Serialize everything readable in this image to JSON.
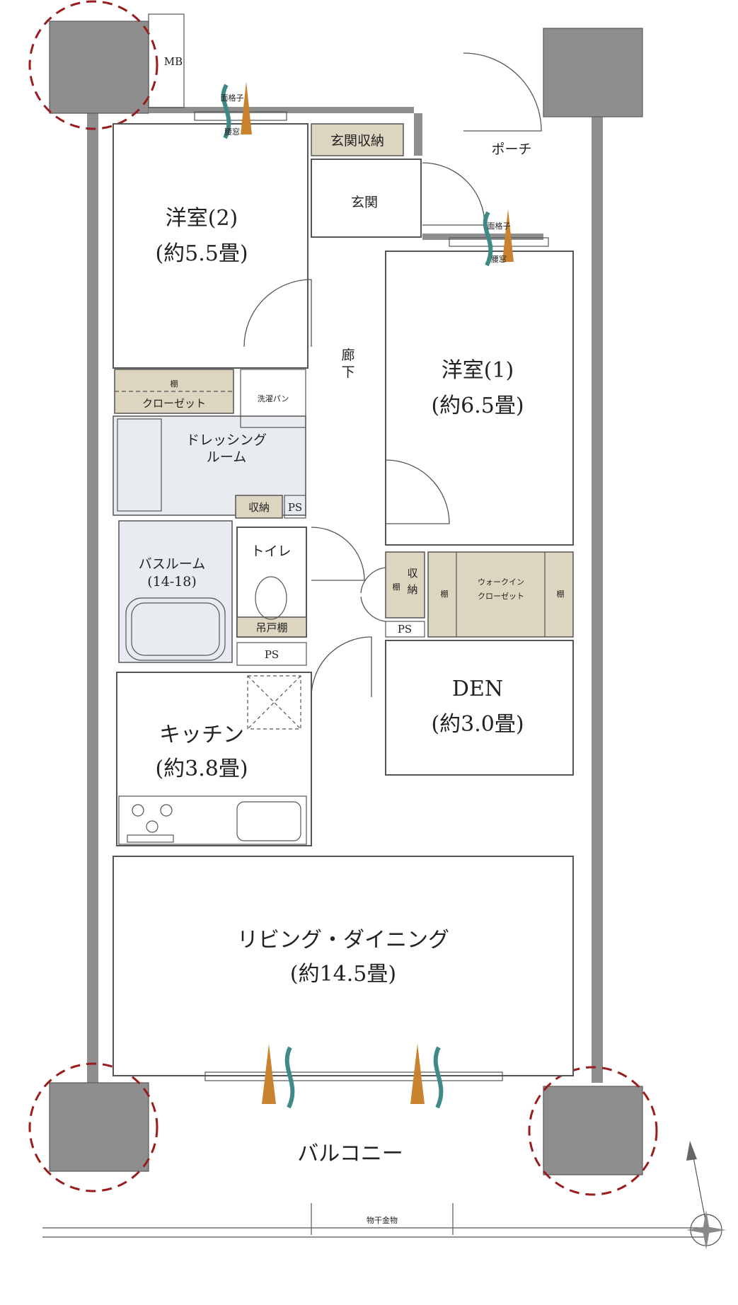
{
  "rooms": {
    "western2_name": "洋室(2)",
    "western2_size": "(約5.5畳)",
    "western1_name": "洋室(1)",
    "western1_size": "(約6.5畳)",
    "den_name": "DEN",
    "den_size": "(約3.0畳)",
    "kitchen_name": "キッチン",
    "kitchen_size": "(約3.8畳)",
    "living_name": "リビング・ダイニング",
    "living_size": "(約14.5畳)",
    "dressing_line1": "ドレッシング",
    "dressing_line2": "ルーム",
    "bath_line1": "バスルーム",
    "bath_line2": "(14-18)",
    "toilet": "トイレ",
    "entrance": "玄関",
    "porch": "ポーチ",
    "corridor_1": "廊",
    "corridor_2": "下",
    "balcony": "バルコニー"
  },
  "fixtures": {
    "mb": "MB",
    "grille_top": "面格子",
    "waist_window_top": "腰窓",
    "grille_right": "面格子",
    "waist_window_right": "腰窓",
    "shoe_storage": "玄関収納",
    "shelf_closet_shelf": "棚",
    "closet": "クローゼット",
    "washer_pan": "洗濯パン",
    "dressing_storage": "収納",
    "ps_dressing": "PS",
    "ps_toilet": "PS",
    "ps_hall": "PS",
    "hanging_shelf": "吊戸棚",
    "hall_shelf": "棚",
    "hall_storage_1": "収",
    "hall_storage_2": "納",
    "wic_shelf_left": "棚",
    "wic_line1": "ウォークイン",
    "wic_line2": "クローゼット",
    "wic_shelf_right": "棚",
    "laundry_pole": "物干金物"
  },
  "colors": {
    "wall": "#8e8e8e",
    "storage": "#ddd5bf",
    "wet_area": "#e8ecf0",
    "highlight_circle": "#9b1c1c",
    "airflow_orange": "#c9822d",
    "airflow_teal": "#3f8a86"
  },
  "icons": {
    "compass": "compass-north-icon",
    "airflow": "airflow-icon",
    "stove": "gas-burner-icon"
  }
}
